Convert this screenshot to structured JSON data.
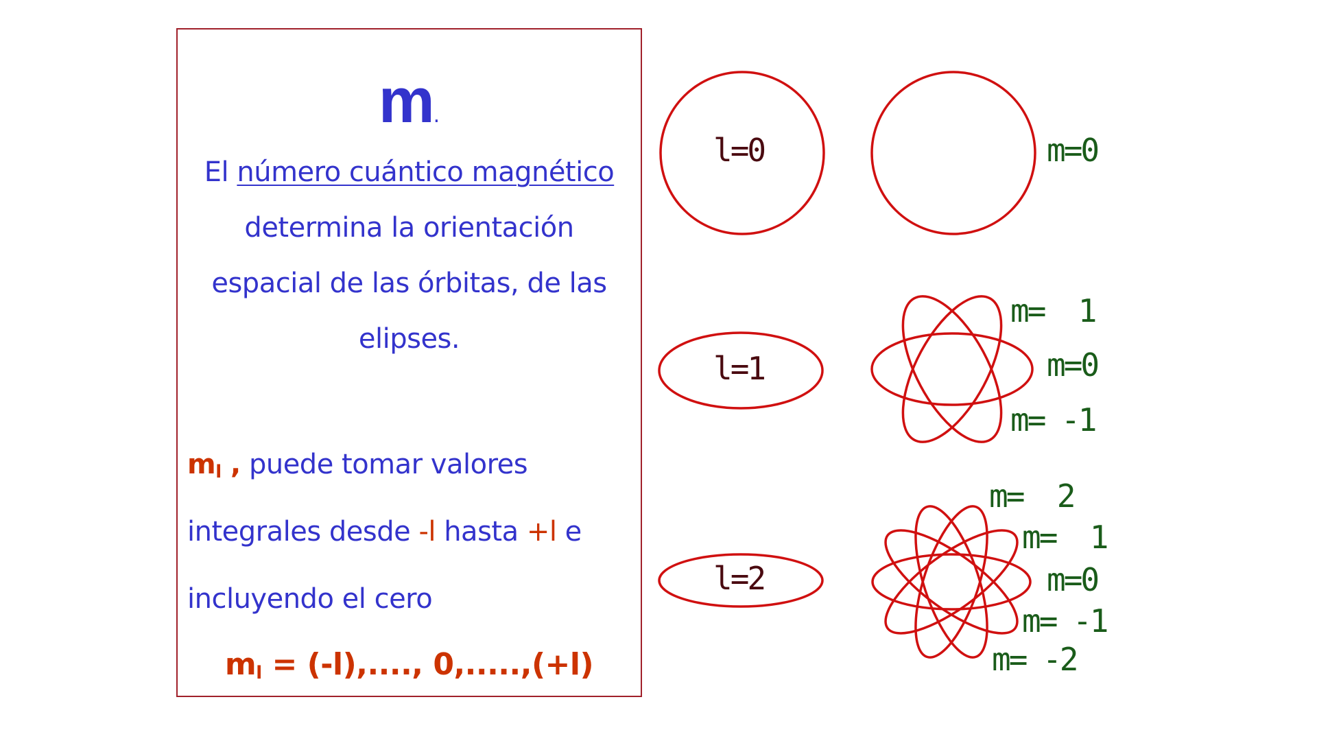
{
  "text_panel": {
    "title_symbol": "m",
    "title_suffix": ".",
    "paragraph1": {
      "prefix": "El ",
      "link_text": "número cuántico magnético",
      "lines": [
        "determina la orientación",
        "espacial de las órbitas, de las",
        "elipses."
      ]
    },
    "paragraph2": {
      "symbol": "m",
      "symbol_subscript": "l",
      "symbol_suffix": " ,",
      "line1_rest": " puede tomar valores",
      "line2_a": "integrales desde ",
      "line2_minus_l": "-l",
      "line2_b": " hasta ",
      "line2_plus_l": "+l",
      "line2_c": " e",
      "line3": "incluyendo el cero"
    },
    "formula": {
      "symbol": "m",
      "subscript": "l",
      "expression": " = (-l),...., 0,.....,(+l)"
    }
  },
  "diagram": {
    "rows": [
      {
        "l_label": "l=0",
        "m_labels": [
          "m=0"
        ]
      },
      {
        "l_label": "l=1",
        "m_labels": [
          "m=  1",
          "m=0",
          "m= -1"
        ]
      },
      {
        "l_label": "l=2",
        "m_labels": [
          "m=  2",
          "m=  1",
          "m=0",
          "m= -1",
          "m= -2"
        ]
      }
    ]
  },
  "colors": {
    "body_text": "#3333cc",
    "highlight": "#cc3300",
    "orbit_stroke": "#d01010",
    "l_label": "#4a0a10",
    "m_label": "#1a5c1a",
    "panel_border": "#a0202a"
  }
}
